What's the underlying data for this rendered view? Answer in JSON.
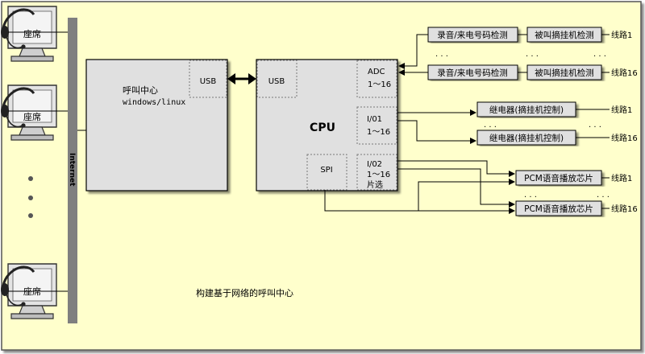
{
  "palette": {
    "background": "#FFFFCC",
    "frame": "#555555",
    "block_gray": "#E0E0E0",
    "bus": "#7F7F7F",
    "monitor": "#D8D8D8",
    "line": "#000000"
  },
  "seats": [
    {
      "label": "座席"
    },
    {
      "label": "座席"
    },
    {
      "label": "座席"
    }
  ],
  "bus_label": "Internet",
  "call_center": {
    "title": "呼叫中心",
    "os": "windows/linux",
    "usb": "USB"
  },
  "cpu": {
    "label": "CPU",
    "usb": "USB",
    "adc": {
      "name": "ADC",
      "range": "1～16"
    },
    "io1": {
      "name": "I/01",
      "range": "1～16"
    },
    "io2": {
      "name": "I/02",
      "range": "1～16",
      "extra": "片选"
    },
    "spi": "SPI"
  },
  "dtmf_rows": [
    {
      "detector": "录音/来电号码检测",
      "hook": "被叫摘挂机检测",
      "line": "线路1"
    },
    {
      "detector": "录音/来电号码检测",
      "hook": "被叫摘挂机检测",
      "line": "线路16"
    }
  ],
  "relay_rows": [
    {
      "label": "继电器(摘挂机控制)",
      "line": "线路1"
    },
    {
      "label": "继电器(摘挂机控制)",
      "line": "线路16"
    }
  ],
  "pcm_rows": [
    {
      "label": "PCM语音播放芯片",
      "line": "线路1"
    },
    {
      "label": "PCM语音播放芯片",
      "line": "线路16"
    }
  ],
  "ellipsis": ". . .",
  "ellipsis_vertical": "•",
  "caption": "构建基于网络的呼叫中心",
  "icons": {
    "seat": "headset-monitor-icon",
    "arrow": "double-arrow-icon"
  }
}
